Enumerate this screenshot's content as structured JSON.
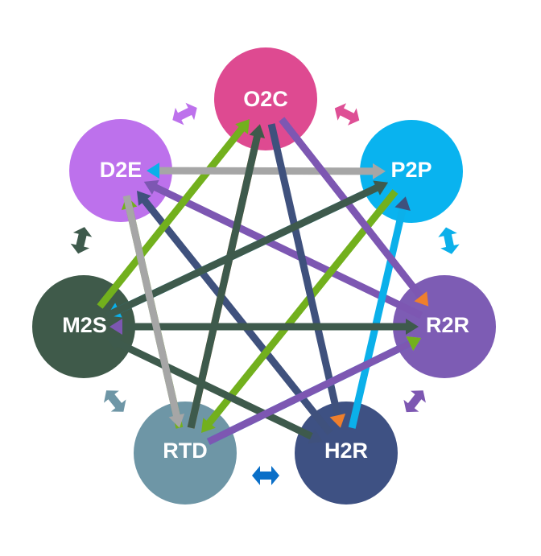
{
  "colors": {
    "green": "#72b01d",
    "orange": "#ef7f2c",
    "purple": "#7d57b2",
    "gray": "#a6a6a6",
    "cyan": "#0bb0ea",
    "navy": "#3f517d",
    "darkgreen": "#3e5a4c",
    "blue": "#0a6fc8",
    "pink": "#de4f95"
  },
  "nodes": [
    {
      "id": "o2c",
      "label": "O2C",
      "color": "#de4a91"
    },
    {
      "id": "p2p",
      "label": "P2P",
      "color": "#09b3ef"
    },
    {
      "id": "r2r",
      "label": "R2R",
      "color": "#7d5cb4"
    },
    {
      "id": "h2r",
      "label": "H2R",
      "color": "#3e5183"
    },
    {
      "id": "rtd",
      "label": "RTD",
      "color": "#6e96a6"
    },
    {
      "id": "m2s",
      "label": "M2S",
      "color": "#3f5a4a"
    },
    {
      "id": "d2e",
      "label": "D2E",
      "color": "#bd71ec"
    }
  ],
  "links": [
    {
      "from": "rtd",
      "to": "d2e",
      "color": "green"
    },
    {
      "from": "rtd",
      "to": "o2c",
      "color": "orange"
    },
    {
      "from": "h2r",
      "to": "d2e",
      "color": "navy"
    },
    {
      "from": "r2r",
      "to": "d2e",
      "color": "purple"
    },
    {
      "from": "m2s",
      "to": "o2c",
      "color": "green"
    },
    {
      "from": "d2e",
      "to": "p2p",
      "color": "gray",
      "start_arrow": "cyan"
    },
    {
      "from": "p2p",
      "to": "m2s",
      "color": "cyan"
    },
    {
      "from": "p2p",
      "to": "rtd",
      "color": "green"
    },
    {
      "from": "h2r",
      "to": "p2p",
      "color": "cyan",
      "end_arrow": "navy"
    },
    {
      "from": "o2c",
      "to": "h2r",
      "color": "navy",
      "end_arrow": "orange"
    },
    {
      "from": "o2c",
      "to": "r2r",
      "color": "purple",
      "end_arrow": "orange"
    },
    {
      "from": "rtd",
      "to": "r2r",
      "color": "cyan",
      "end_arrow": "gray"
    },
    {
      "from": "m2s",
      "to": "r2r",
      "color": "darkgreen",
      "start_arrow": "purple"
    },
    {
      "from": "h2r",
      "to": "m2s",
      "color": "darkgreen",
      "start_arrow": "navy"
    },
    {
      "from": "m2s",
      "to": "p2p",
      "color": "darkgreen"
    },
    {
      "from": "rtd",
      "to": "r2r",
      "color": "purple",
      "end_arrow": "green"
    },
    {
      "from": "d2e",
      "to": "rtd",
      "color": "gray"
    },
    {
      "from": "rtd",
      "to": "o2c",
      "color": "darkgreen"
    }
  ],
  "adjacent_arrows": [
    {
      "between": [
        "d2e",
        "o2c"
      ],
      "color": "#bd71ec"
    },
    {
      "between": [
        "o2c",
        "p2p"
      ],
      "color": "#de4f95"
    },
    {
      "between": [
        "p2p",
        "r2r"
      ],
      "color": "#0bb0ea"
    },
    {
      "between": [
        "r2r",
        "h2r"
      ],
      "color": "#7d57b2"
    },
    {
      "between": [
        "h2r",
        "rtd"
      ],
      "color": "#0a6fc8"
    },
    {
      "between": [
        "rtd",
        "m2s"
      ],
      "color": "#6e96a6"
    },
    {
      "between": [
        "m2s",
        "d2e"
      ],
      "color": "#3e5a4c"
    }
  ]
}
